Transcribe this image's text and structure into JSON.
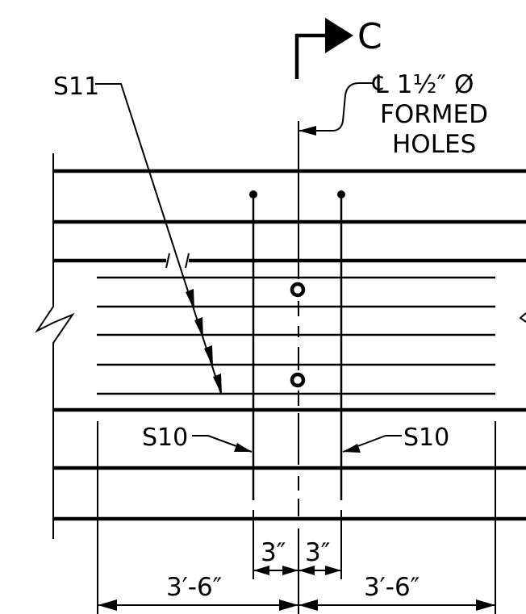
{
  "section_marker": {
    "letter": "C"
  },
  "callouts": {
    "s11": "S11",
    "s10_left": "S10",
    "s10_right": "S10",
    "holes_line1": "℄ 1½″ Ø",
    "holes_line2": "FORMED",
    "holes_line3": "HOLES"
  },
  "dimensions": {
    "left_small": "3″",
    "right_small": "3″",
    "left_large": "3′-6″",
    "right_large": "3′-6″"
  }
}
